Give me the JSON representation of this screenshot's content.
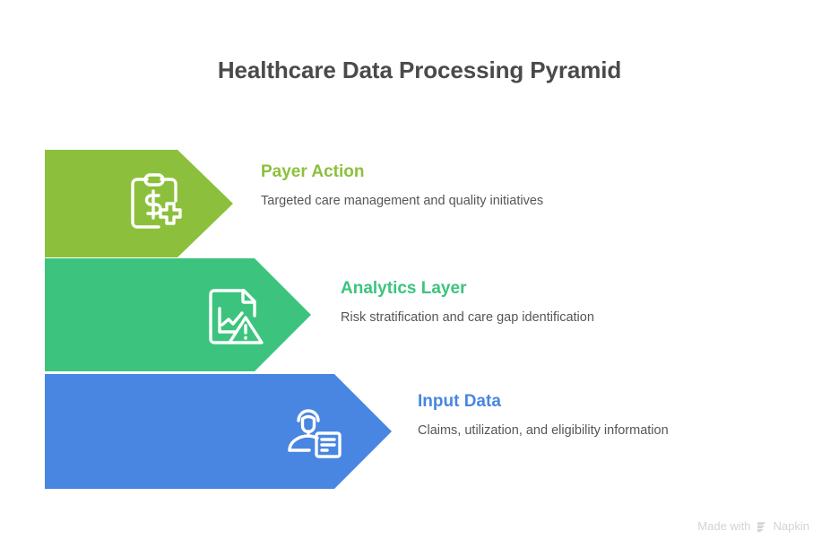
{
  "page": {
    "title": "Healthcare Data Processing Pyramid",
    "background_color": "#ffffff",
    "title_color": "#4a4a4a"
  },
  "pyramid": {
    "layers": [
      {
        "id": "payer-action",
        "heading": "Payer Action",
        "description": "Targeted care management and quality initiatives",
        "color": "#8cc03c",
        "icon": "clipboard-dollar-medical-icon"
      },
      {
        "id": "analytics-layer",
        "heading": "Analytics Layer",
        "description": "Risk stratification and care gap identification",
        "color": "#3cc47e",
        "icon": "document-chart-warning-icon"
      },
      {
        "id": "input-data",
        "heading": "Input Data",
        "description": "Claims, utilization, and eligibility information",
        "color": "#4886e2",
        "icon": "person-document-icon"
      }
    ]
  },
  "footer": {
    "made_with_label": "Made with",
    "brand": "Napkin",
    "logo": "napkin-logo-icon",
    "color": "#d3d3d3"
  }
}
